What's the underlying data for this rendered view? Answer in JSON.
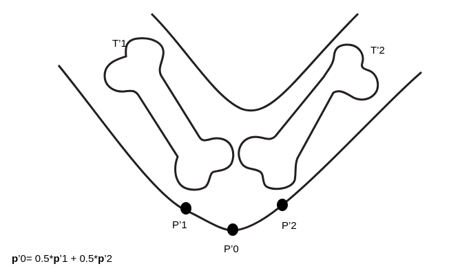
{
  "labels": {
    "t1": "T’1",
    "t2": "T’2",
    "p1": "P’1",
    "p0": "P’0",
    "p2": "P’2"
  },
  "formula": {
    "lhs_var": "p",
    "lhs_sub": "’0",
    "eq_coef1": "= 0.5*",
    "var1": "p",
    "sub1": "’1",
    "plus_coef2": " + 0.5*",
    "var2": "p",
    "sub2": "’2"
  },
  "colors": {
    "stroke": "#231f20",
    "point": "#000000"
  }
}
